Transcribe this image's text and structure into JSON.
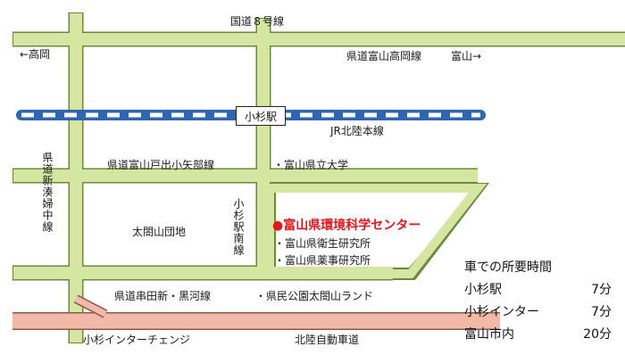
{
  "map": {
    "roads": {
      "national_route_8": "国道８号線",
      "pref_toyama_takaoka": "県道富山高岡線",
      "pref_toyama_toide_oyabe": "県道富山戸出小矢部線",
      "pref_kushida_kurokawa": "県道串田新・黒河線",
      "pref_shinminato_fuchu": "県道新湊婦中線",
      "kosugi_station_south": "小杉駅南線",
      "hokuriku_expressway": "北陸自動車道"
    },
    "directions": {
      "takaoka": "←高岡",
      "toyama": "富山→"
    },
    "rail": {
      "station": "小杉駅",
      "line": "JR北陸本線"
    },
    "places": {
      "pref_university": "・富山県立大学",
      "taimonyama_housing": "太閤山団地",
      "health_institute": "・富山県衛生研究所",
      "pharma_institute": "・富山県薬事研究所",
      "taikoyama_park": "・県民公園太閤山ランド",
      "kosugi_ic": "小杉インターチェンジ"
    },
    "target": {
      "label": "●富山県環境科学センター",
      "color": "#e8141c"
    },
    "colors": {
      "road_fill": "#d5e6a3",
      "road_stroke": "#6a8a3a",
      "expressway_fill": "#f2b9a8",
      "rail_blue": "#2f66b3"
    }
  },
  "travel_times": {
    "title": "車での所要時間",
    "rows": [
      {
        "place": "小杉駅",
        "time": "7分"
      },
      {
        "place": "小杉インター",
        "time": "7分"
      },
      {
        "place": "富山市内",
        "time": "20分"
      }
    ]
  }
}
